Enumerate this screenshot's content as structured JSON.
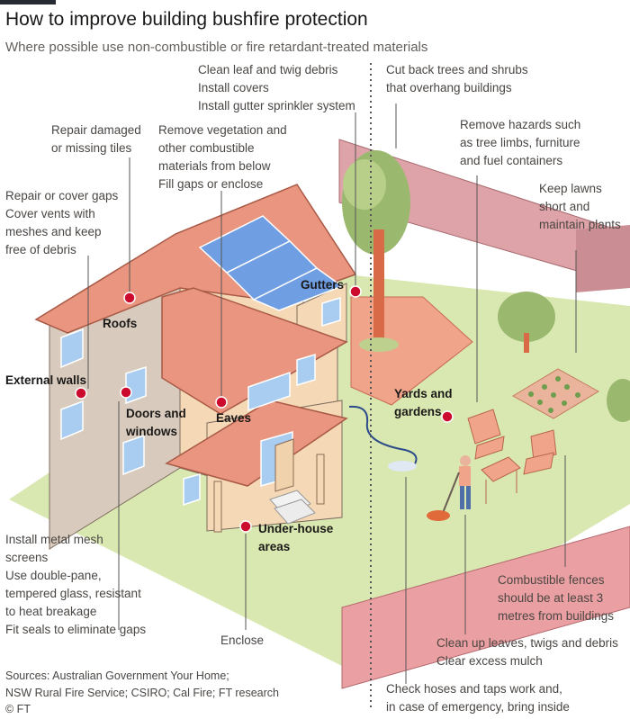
{
  "header": {
    "title": "How to improve building bushfire protection",
    "subtitle": "Where possible use non-combustible or fire retardant-treated materials"
  },
  "labels": {
    "roofs": "Roofs",
    "gutters": "Gutters",
    "external_walls": "External walls",
    "doors_windows": "Doors and\nwindows",
    "eaves": "Eaves",
    "under_house": "Under-house\nareas",
    "yards_gardens": "Yards and\ngardens"
  },
  "notes": {
    "gutters": "Clean leaf and twig debris\nInstall covers\nInstall gutter sprinkler system",
    "trees": "Cut back trees and shrubs\nthat overhang buildings",
    "roofs": "Repair damaged\nor missing tiles",
    "eaves": "Remove vegetation and\nother combustible\nmaterials from below\nFill gaps or enclose",
    "hazards": "Remove hazards such\nas tree limbs, furniture\nand fuel containers",
    "external_walls": "Repair or cover gaps\nCover vents with\nmeshes and keep\nfree of debris",
    "lawns": "Keep lawns\nshort and\nmaintain plants",
    "doors_windows": "Install metal mesh\nscreens\nUse double-pane,\ntempered glass, resistant\nto heat breakage\nFit seals to eliminate gaps",
    "under_house": "Enclose",
    "fences": "Combustible fences\nshould be at least 3\nmetres from buildings",
    "leaves": "Clean up leaves, twigs and debris\nClear excess mulch",
    "hoses": "Check hoses and taps work and,\nin case of emergency, bring inside"
  },
  "footer": {
    "sources": "Sources: Australian Government Your Home;\nNSW Rural Fire Service; CSIRO; Cal Fire; FT research\n© FT"
  },
  "colors": {
    "marker": "#cc0a2e",
    "lawn": "#d9e8b1",
    "fence": "#e4a0a3",
    "roof": "#e9957f",
    "wall_left": "#d8cbbd",
    "wall_front": "#f5d9b6",
    "window": "#a9cdf0"
  }
}
